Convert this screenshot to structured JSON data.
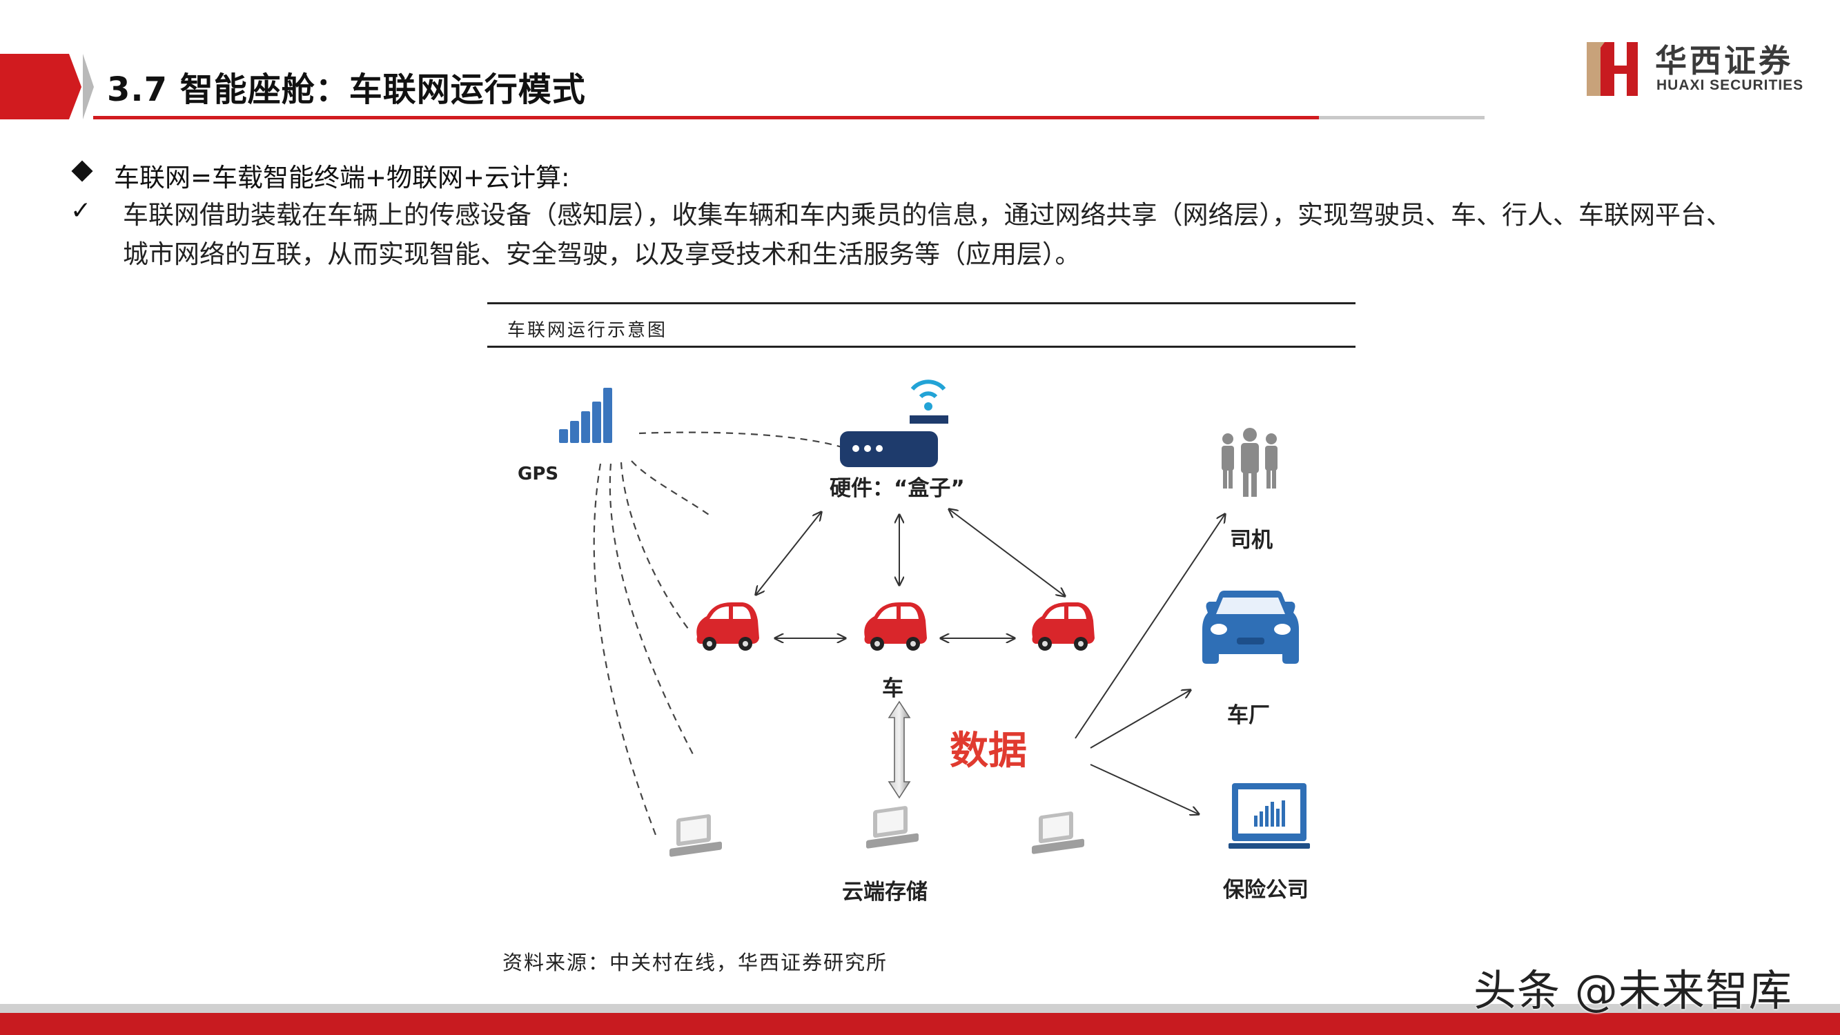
{
  "header": {
    "title": "3.7 智能座舱：车联网运行模式",
    "logo_cn": "华西证券",
    "logo_en": "HUAXI SECURITIES",
    "accent_color": "#d11b1f"
  },
  "content": {
    "bullet_text": "车联网=车载智能终端+物联网+云计算:",
    "check_text": "车联网借助装载在车辆上的传感设备（感知层），收集车辆和车内乘员的信息，通过网络共享（网络层），实现驾驶员、车、行人、车联网平台、城市网络的互联，从而实现智能、安全驾驶，以及享受技术和生活服务等（应用层）。"
  },
  "figure": {
    "title": "车联网运行示意图",
    "source": "资料来源：中关村在线，华西证券研究所",
    "labels": {
      "gps": "GPS",
      "hardware": "硬件：“盒子”",
      "car": "车",
      "cloud": "云端存储",
      "data": "数据",
      "driver": "司机",
      "manufacturer": "车厂",
      "insurance": "保险公司"
    },
    "colors": {
      "car_red": "#d9262b",
      "icon_blue": "#2f6fb6",
      "data_red": "#e03a2f",
      "person_grey": "#8a8a8a"
    }
  },
  "watermark": "头条 @未来智库"
}
